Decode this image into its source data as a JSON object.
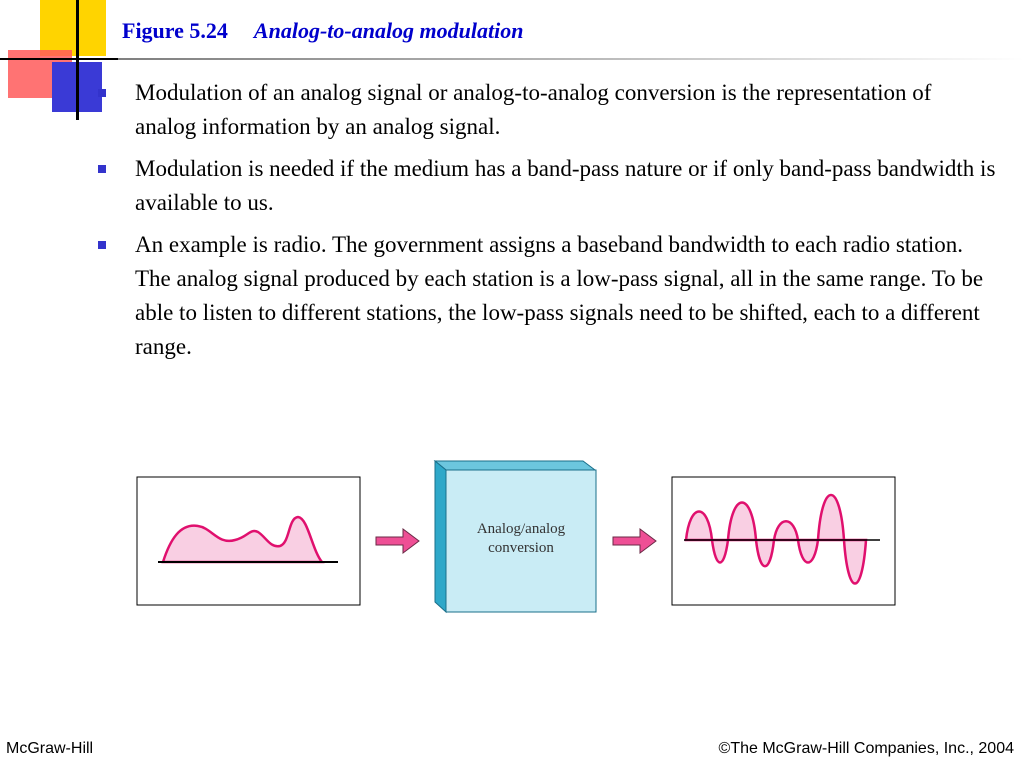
{
  "header": {
    "figure_number": "Figure 5.24",
    "figure_title": "Analog-to-analog modulation"
  },
  "bullets": [
    "Modulation of an analog signal or analog-to-analog conversion is the representation of analog information by an analog signal.",
    "Modulation is needed if the medium has a band-pass nature or if only band-pass bandwidth is available to us.",
    "An example is radio. The government assigns a baseband bandwidth to each radio station. The analog signal produced by each station is a low-pass signal, all in the same range. To be able to listen to different stations, the low-pass signals need to be shifted, each to a different range."
  ],
  "diagram": {
    "block_label_line1": "Analog/analog",
    "block_label_line2": "conversion"
  },
  "footer": {
    "left": "McGraw-Hill",
    "right": "©The McGraw-Hill Companies, Inc., 2004"
  },
  "colors": {
    "title": "#0000cc",
    "bullet": "#3333cc",
    "signal_fill": "#f9cfe3",
    "signal_stroke": "#e0106e",
    "arrow": "#ee4f95",
    "block_face": "#c9ecf5",
    "block_side": "#2ea8c9"
  }
}
